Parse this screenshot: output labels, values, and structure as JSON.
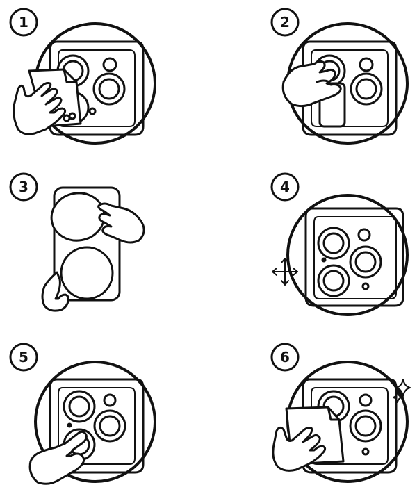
{
  "steps": [
    {
      "number": "1",
      "icon": "wipe-lens-with-cloth-icon"
    },
    {
      "number": "2",
      "icon": "apply-dust-sticker-icon"
    },
    {
      "number": "3",
      "icon": "peel-protector-film-icon"
    },
    {
      "number": "4",
      "icon": "align-lens-protector-icon"
    },
    {
      "number": "5",
      "icon": "press-lens-protector-icon"
    },
    {
      "number": "6",
      "icon": "polish-with-cloth-icon"
    }
  ],
  "colors": {
    "ink": "#111111",
    "paper": "#ffffff"
  }
}
